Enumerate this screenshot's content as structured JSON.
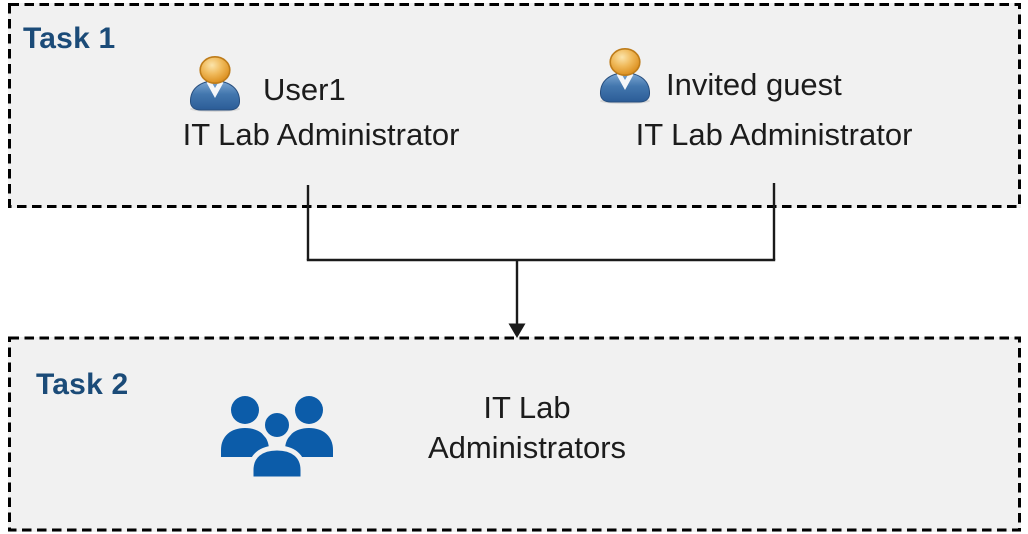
{
  "palette": {
    "box_fill": "#F1F1F1",
    "border_color": "#000000",
    "task_label_color": "#1B4B78",
    "text_color": "#1C1C1C",
    "group_icon_blue": "#0C5CA9",
    "user_icon_body_blue": "#3A6FA9",
    "user_icon_head_gold": "#E8A63C",
    "connector_color": "#1A1A1A"
  },
  "task1": {
    "label": "Task 1",
    "users": [
      {
        "name": "User1",
        "role": "IT Lab Administrator",
        "icon": "person-icon"
      },
      {
        "name": "Invited guest",
        "role": "IT Lab Administrator",
        "icon": "person-icon"
      }
    ]
  },
  "task2": {
    "label": "Task 2",
    "group": {
      "name": "IT Lab Administrators",
      "icon": "people-group-icon"
    }
  },
  "flow": {
    "from": [
      "User1",
      "Invited guest"
    ],
    "to": "IT Lab Administrators"
  }
}
